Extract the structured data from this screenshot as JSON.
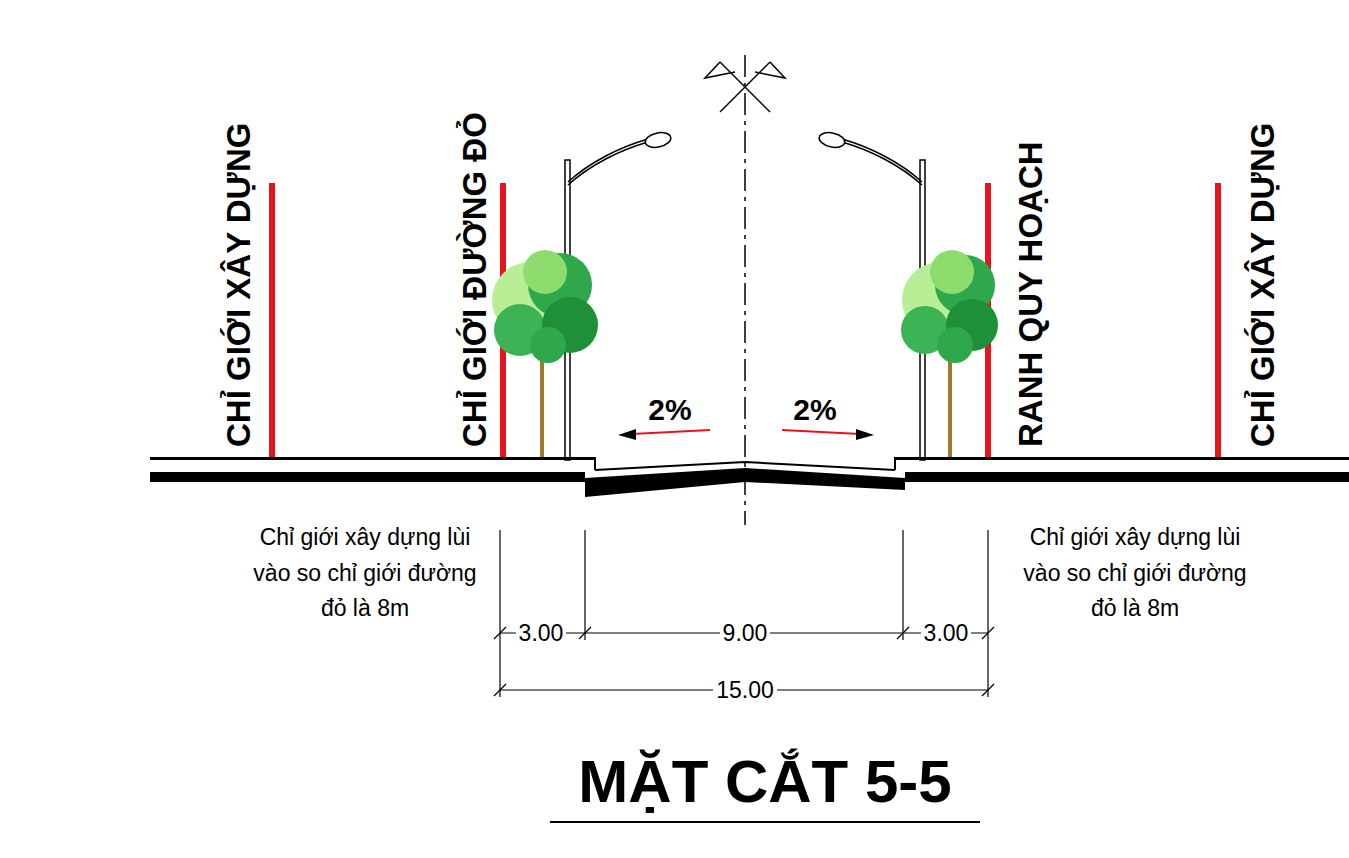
{
  "diagram": {
    "title": "MẶT CẮT 5-5",
    "labels": [
      "CHỈ GIỚI XÂY DỰNG",
      "CHỈ GIỚI ĐƯỜNG ĐỎ",
      "RANH QUY HOẠCH",
      "CHỈ GIỚI XÂY DỰNG",
      "2%",
      "2%",
      "Chỉ giới xây dựng lùi vào so chỉ giới đường đỏ là 8m",
      "Chỉ giới xây dựng lùi vào so chỉ giới đường đỏ là 8m",
      "3.00",
      "9.00",
      "3.00",
      "15.00"
    ]
  }
}
